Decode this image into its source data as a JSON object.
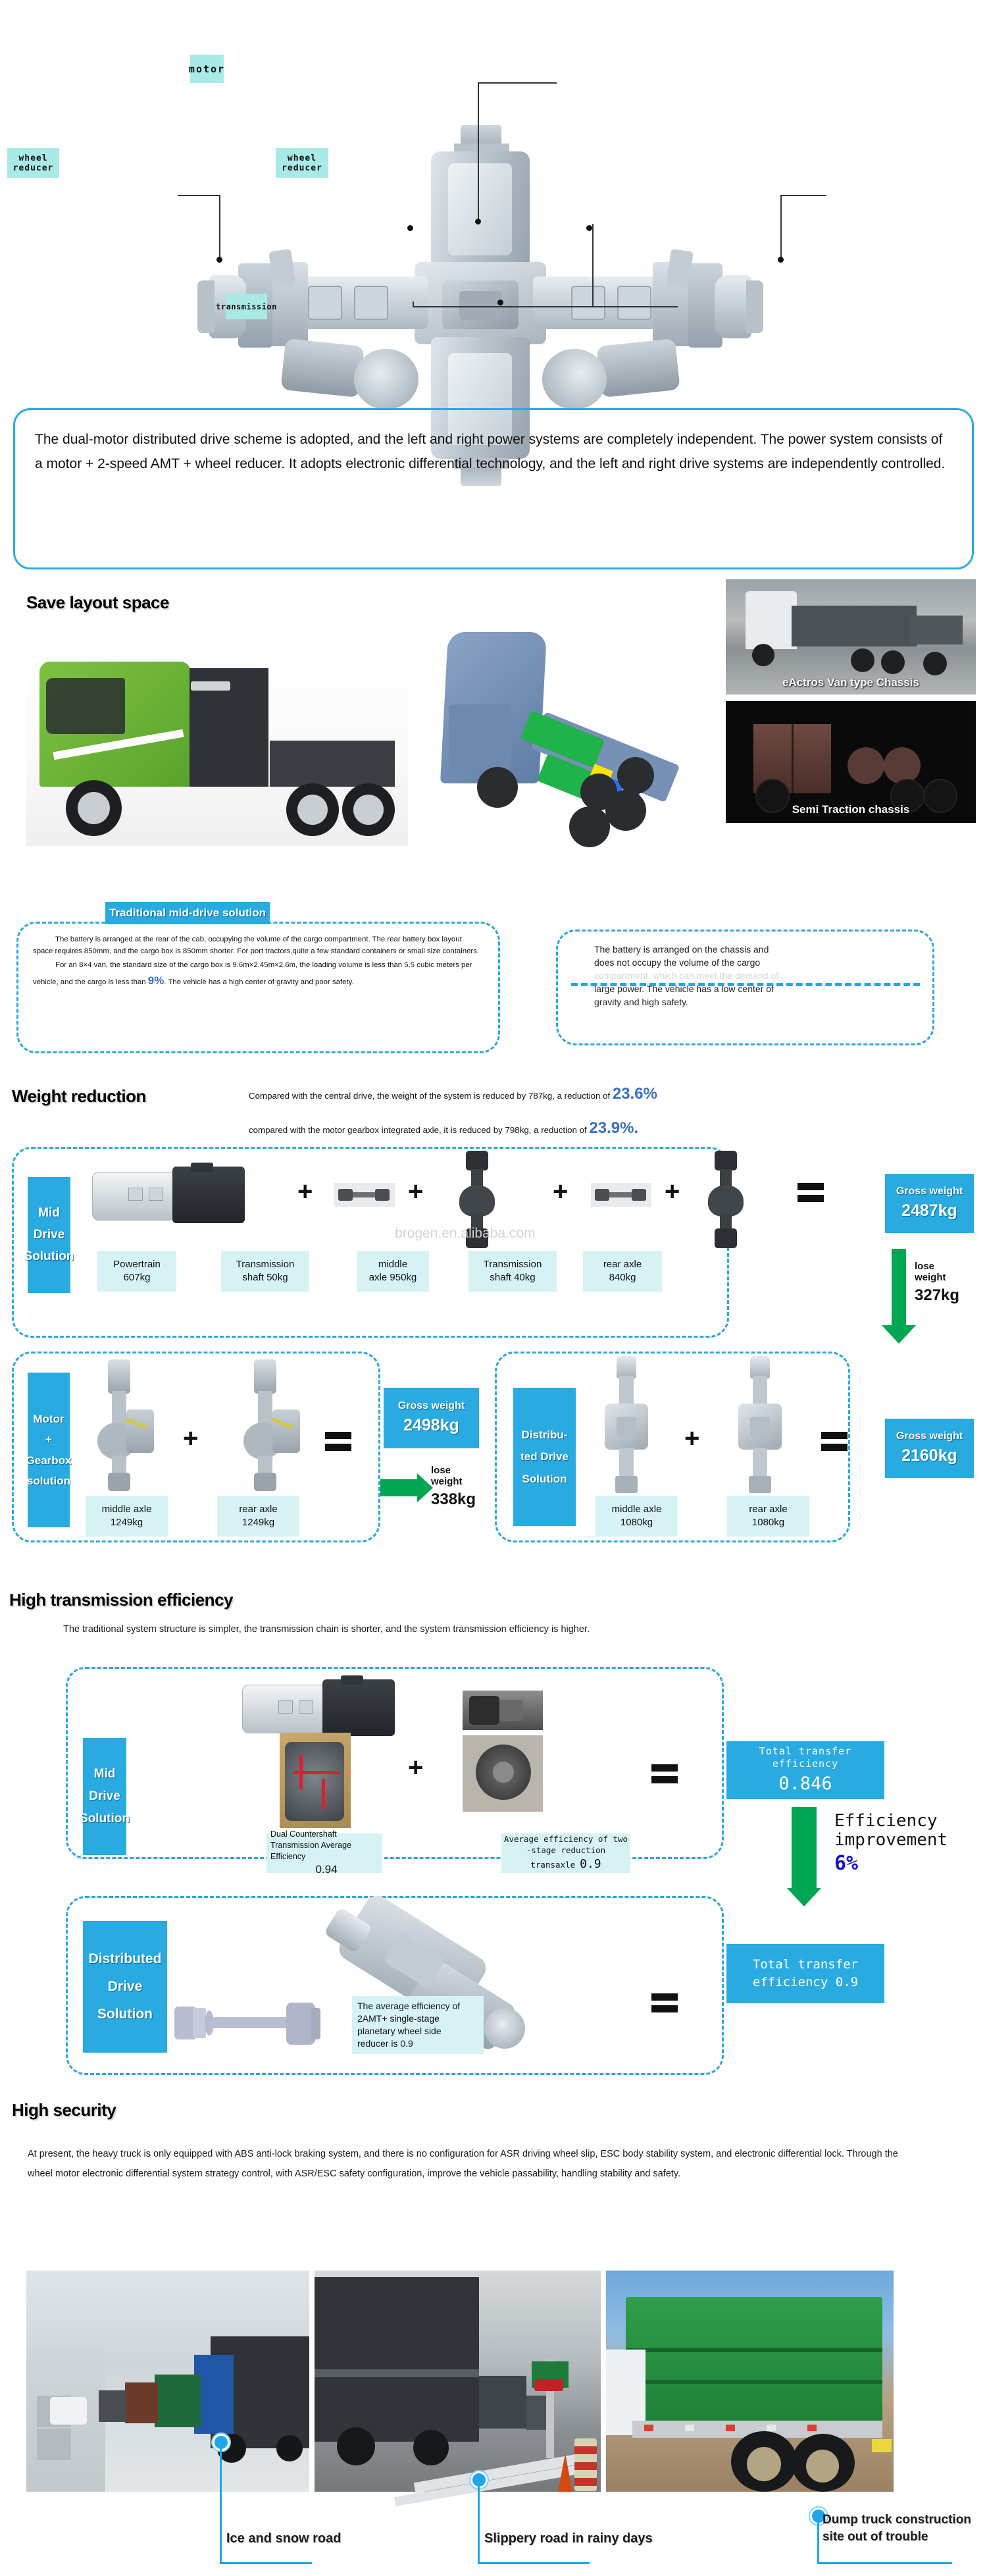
{
  "hero": {
    "labels": {
      "motor": "motor",
      "wheel_reducer_left": "wheel reducer",
      "wheel_reducer_right": "wheel reducer",
      "transmission": "transmission"
    }
  },
  "intro": {
    "text": "The dual-motor distributed drive scheme is adopted, and the left and right power systems are completely independent. The power system consists of a motor + 2-speed AMT + wheel reducer. It adopts electronic differential technology, and the left and right drive systems are independently controlled."
  },
  "save_layout": {
    "heading": "Save layout space",
    "photo_captions": {
      "top": "eActros Van type Chassis",
      "bottom": "Semi Traction chassis"
    },
    "left_badge": "Traditional mid-drive solution",
    "left_text_p1": "The battery is arranged at the rear of the cab, occupying the volume of the cargo compartment. The rear battery box layout space requires 850mm, and the cargo box is 850mm shorter. For port tractors,quite a few standard containers or small size containers.",
    "left_text_p2_a": "For an 8×4 van, the standard size of the cargo box is 9.6m×2.45m×2.6m, the loading volume is less than 5.5 cubic meters per vehicle, and the cargo is less than ",
    "left_text_p2_pct": "9%",
    "left_text_p2_b": ". The vehicle has a high center of gravity and poor safety.",
    "right_text_line1": "The battery is arranged on the chassis and",
    "right_text_line2": "does not occupy the volume of the cargo",
    "right_text_line3": "compartment, which can meet the demand of",
    "right_text_line4": "large power. The vehicle has a low center of",
    "right_text_line5": "gravity and high safety."
  },
  "weight": {
    "heading": "Weight reduction",
    "line1_a": "Compared with the central drive, the weight of the system is reduced by 787kg, a reduction of ",
    "line1_pct": "23.6%",
    "line2_a": "compared with the motor gearbox integrated axle, it is reduced by 798kg, a reduction of ",
    "line2_pct": "23.9%.",
    "row1": {
      "solution_label": "Mid\nDrive\nSolution",
      "items": [
        {
          "name": "Powertrain",
          "value": "607kg"
        },
        {
          "name": "Transmission",
          "value": "shaft 50kg"
        },
        {
          "name": "middle",
          "value": "axle 950kg"
        },
        {
          "name": "Transmission",
          "value": "shaft 40kg"
        },
        {
          "name": "rear  axle",
          "value": "840kg"
        }
      ],
      "gross_label": "Gross weight",
      "gross_value": "2487kg",
      "lose_label_l1": "lose",
      "lose_label_l2": "weight",
      "lose_value": "327kg"
    },
    "row2": {
      "solution_label": "Motor\n+\nGearbox\nsolution",
      "items": [
        {
          "name": "middle axle",
          "value": "1249kg"
        },
        {
          "name": "rear axle",
          "value": "1249kg"
        }
      ],
      "gross_label": "Gross weight",
      "gross_value": "2498kg",
      "lose_label_l1": "lose",
      "lose_label_l2": "weight",
      "lose_value": "338kg"
    },
    "row3": {
      "solution_label": "Distribu-\nted Drive\nSolution",
      "items": [
        {
          "name": "middle axle",
          "value": "1080kg"
        },
        {
          "name": "rear axle",
          "value": "1080kg"
        }
      ],
      "gross_label": "Gross weight",
      "gross_value": "2160kg"
    },
    "watermark": "brogen.en.alibaba.com"
  },
  "efficiency": {
    "heading": "High transmission efficiency",
    "intro": "The traditional system structure is simpler, the transmission chain is shorter, and the system transmission efficiency is higher.",
    "row1": {
      "solution_label": "Mid\nDrive\nSolution",
      "chip1_l1": "Dual Countershaft",
      "chip1_l2": "Transmission Average",
      "chip1_l3": "Efficiency",
      "chip1_value": "0.94",
      "chip2_l1": "Average efficiency of two",
      "chip2_l2": "-stage reduction",
      "chip2_l3": "transaxle",
      "chip2_value": "0.9",
      "result_label": "Total transfer efficiency",
      "result_value": "0.846"
    },
    "row2": {
      "solution_label": "Distributed\nDrive\nSolution",
      "chip_l1": "The average efficiency of",
      "chip_l2": "2AMT+ single-stage",
      "chip_l3": "planetary wheel side",
      "chip_l4": "reducer is 0.9",
      "result_l1": "Total transfer",
      "result_l2": "efficiency 0.9"
    },
    "improvement_l1": "Efficiency",
    "improvement_l2": "improvement",
    "improvement_value": "6%"
  },
  "security": {
    "heading": "High security",
    "text": "At present, the heavy truck is only equipped with ABS anti-lock braking system, and there is no configuration for ASR driving wheel slip, ESC body stability system, and electronic differential lock. Through the wheel motor electronic differential system strategy control, with ASR/ESC safety configuration, improve the vehicle passability, handling stability and safety.",
    "captions": [
      "Ice and snow road",
      "Slippery road in rainy days",
      "Dump truck construction\nsite out of trouble"
    ]
  },
  "colors": {
    "accent_blue": "#29abe2",
    "pale_cyan": "#d6f2f4",
    "label_cyan": "#a9e9e6",
    "green": "#00a651",
    "pct_blue": "#3a6fc4"
  }
}
